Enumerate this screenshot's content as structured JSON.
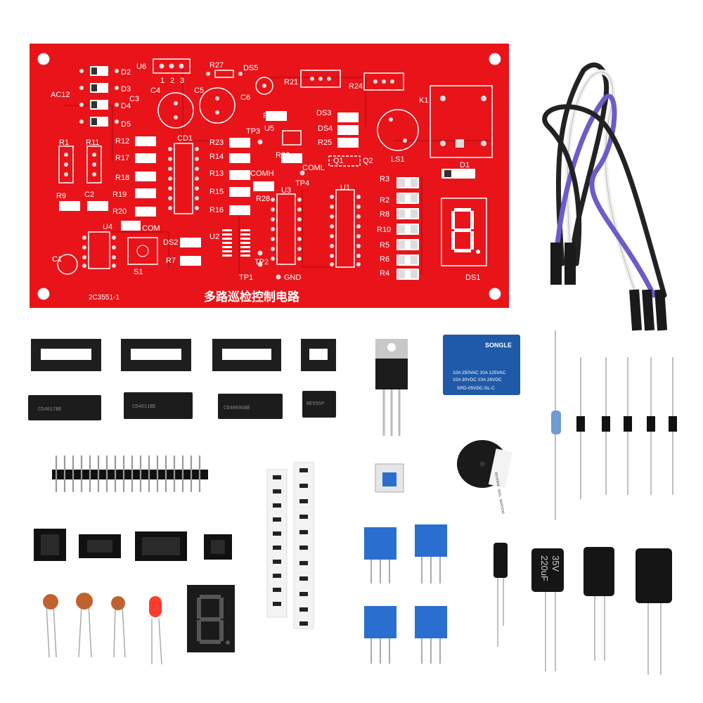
{
  "board": {
    "title": "多路巡检控制电路",
    "code": "2C3551-1",
    "labels": {
      "U6": "U6",
      "AC12": "AC12",
      "D2": "D2",
      "D3": "D3",
      "D4": "D4",
      "D5": "D5",
      "C3": "C3",
      "C4": "C4",
      "C5": "C5",
      "C6": "C6",
      "R27": "R27",
      "DS5": "DS5",
      "R21": "R21",
      "R24": "R24",
      "K1": "K1",
      "R22": "R22",
      "DS3": "DS3",
      "DS4": "DS4",
      "R25": "R25",
      "U5": "U5",
      "TP3": "TP3",
      "R23": "R23",
      "R14": "R14",
      "R26": "R26",
      "Q1": "Q1",
      "Q2": "Q2",
      "LS1": "LS1",
      "D1": "D1",
      "COML": "COML",
      "COMH": "COMH",
      "TP4": "TP4",
      "R13": "R13",
      "R15": "R15",
      "R16": "R16",
      "R28": "R28",
      "U3": "U3",
      "U1": "U1",
      "R1": "R1",
      "R11": "R11",
      "R12": "R12",
      "R17": "R17",
      "R18": "R18",
      "R19": "R19",
      "R20": "R20",
      "CD1": "CD1",
      "R9": "R9",
      "C2": "C2",
      "COM": "COM",
      "U4": "U4",
      "U2": "U2",
      "DS2": "DS2",
      "R7": "R7",
      "S1": "S1",
      "C1": "C1",
      "TP1": "TP1",
      "TP2": "TP2",
      "GND": "GND",
      "R3": "R3",
      "R2": "R2",
      "R8": "R8",
      "R10": "R10",
      "R5": "R5",
      "R6": "R6",
      "R4": "R4",
      "DS1": "DS1",
      "pin1": "1",
      "pin2": "2",
      "pin3": "3"
    }
  },
  "parts": {
    "relay_brand": "SONGLE",
    "relay_line1": "10A 250VAC  10A 125VAC",
    "relay_line2": "10A  30VDC  10A  28VDC",
    "relay_model": "SRD-05VDC-SL-C",
    "ic_marks": [
      "CD4017BE",
      "CD4011BE",
      "CD4069UBE",
      "NE555P"
    ],
    "cap1": "220uF",
    "cap1_v": "35V",
    "buzzer_text": "REVERSE SEAL WASHING"
  },
  "colors": {
    "pcb": "#e8141a",
    "silk": "#ffffff",
    "pad": "#d9d9d9",
    "chip": "#1c1c1c",
    "relay": "#1f5aa8",
    "trimpot": "#2a6fd0",
    "wire_purple": "#6f5bc8"
  }
}
